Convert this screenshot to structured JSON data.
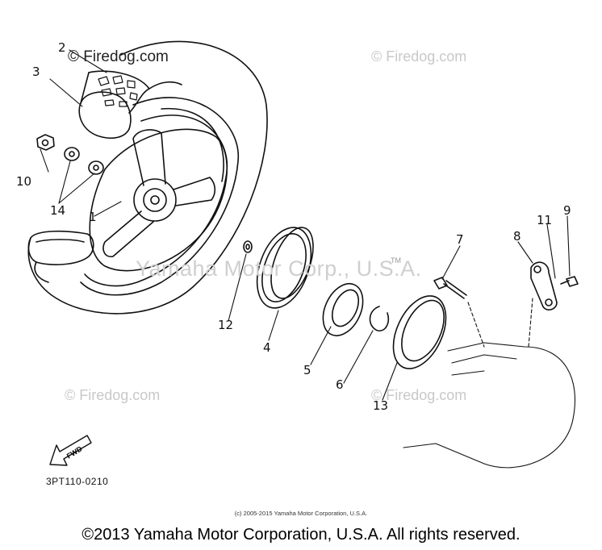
{
  "watermarks": {
    "top_left": "© Firedog.com",
    "top_right": "© Firedog.com",
    "bottom_left": "© Firedog.com",
    "bottom_right": "© Firedog.com",
    "center": "Yamaha Motor Corp., U.S.A.",
    "center_tm": "TM"
  },
  "callouts": [
    "1",
    "2",
    "3",
    "4",
    "5",
    "6",
    "7",
    "8",
    "9",
    "10",
    "11",
    "12",
    "13",
    "14"
  ],
  "fwd_label": "FWD",
  "part_reference": "3PT110-0210",
  "small_copyright": "(c) 2005-2015 Yamaha Motor Corporation, U.S.A.",
  "copyright": "©2013 Yamaha Motor Corporation, U.S.A. All rights reserved."
}
